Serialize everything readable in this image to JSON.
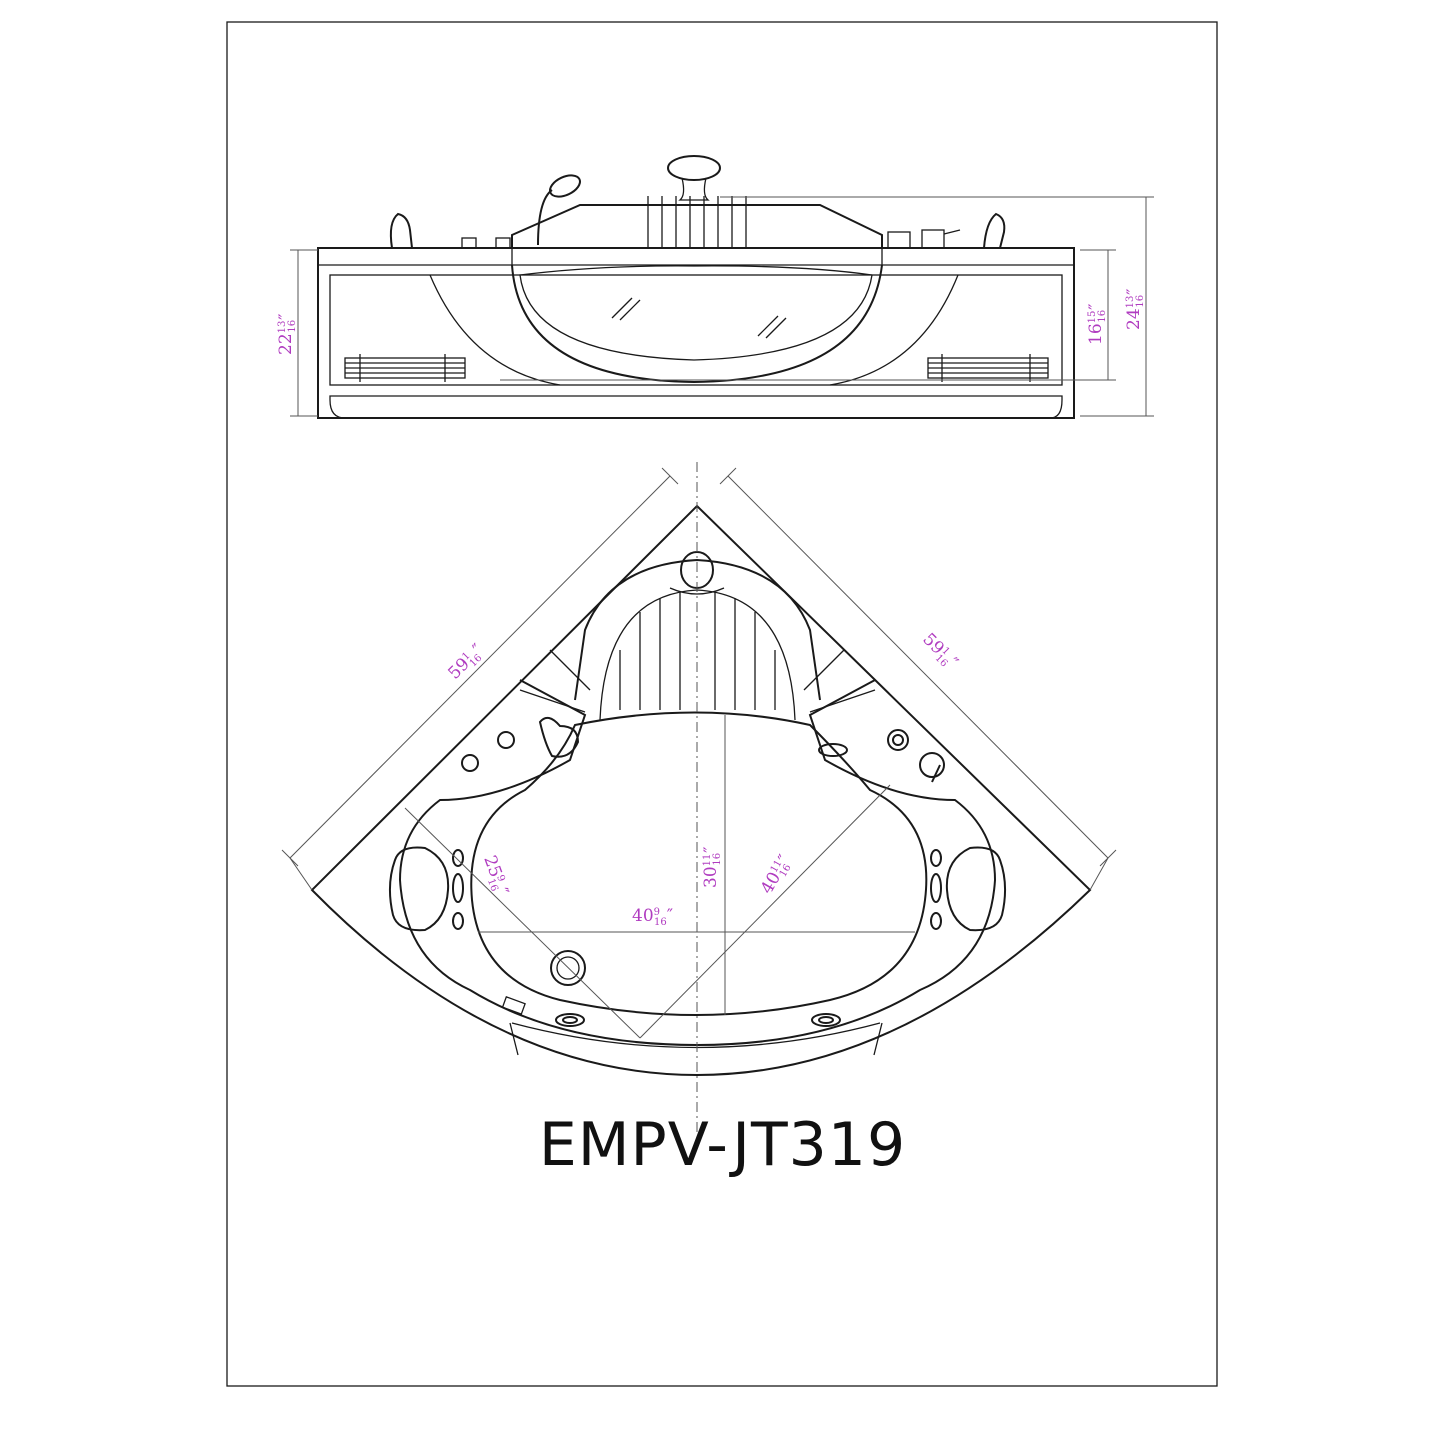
{
  "model": "EMPV-JT319",
  "dimensions": {
    "side_total_height": {
      "whole": "24",
      "num": "13",
      "den": "16",
      "unit": "″"
    },
    "side_body_height": {
      "whole": "22",
      "num": "13",
      "den": "16",
      "unit": "″"
    },
    "side_window_height": {
      "whole": "16",
      "num": "15",
      "den": "16",
      "unit": "″"
    },
    "plan_left_side": {
      "whole": "59",
      "num": "1",
      "den": "16",
      "unit": "″"
    },
    "plan_right_side": {
      "whole": "59",
      "num": "1",
      "den": "16",
      "unit": "″"
    },
    "plan_inner_depth": {
      "whole": "30",
      "num": "11",
      "den": "16",
      "unit": "″"
    },
    "plan_inner_diagonal": {
      "whole": "40",
      "num": "11",
      "den": "16",
      "unit": "″"
    },
    "plan_inner_width": {
      "whole": "40",
      "num": "9",
      "den": "16",
      "unit": "″"
    },
    "plan_seat_depth": {
      "whole": "25",
      "num": "9",
      "den": "16",
      "unit": "″"
    }
  },
  "colors": {
    "line": "#1a1a1a",
    "dimension_text": "#b03cc0",
    "dimension_line": "#555555"
  }
}
